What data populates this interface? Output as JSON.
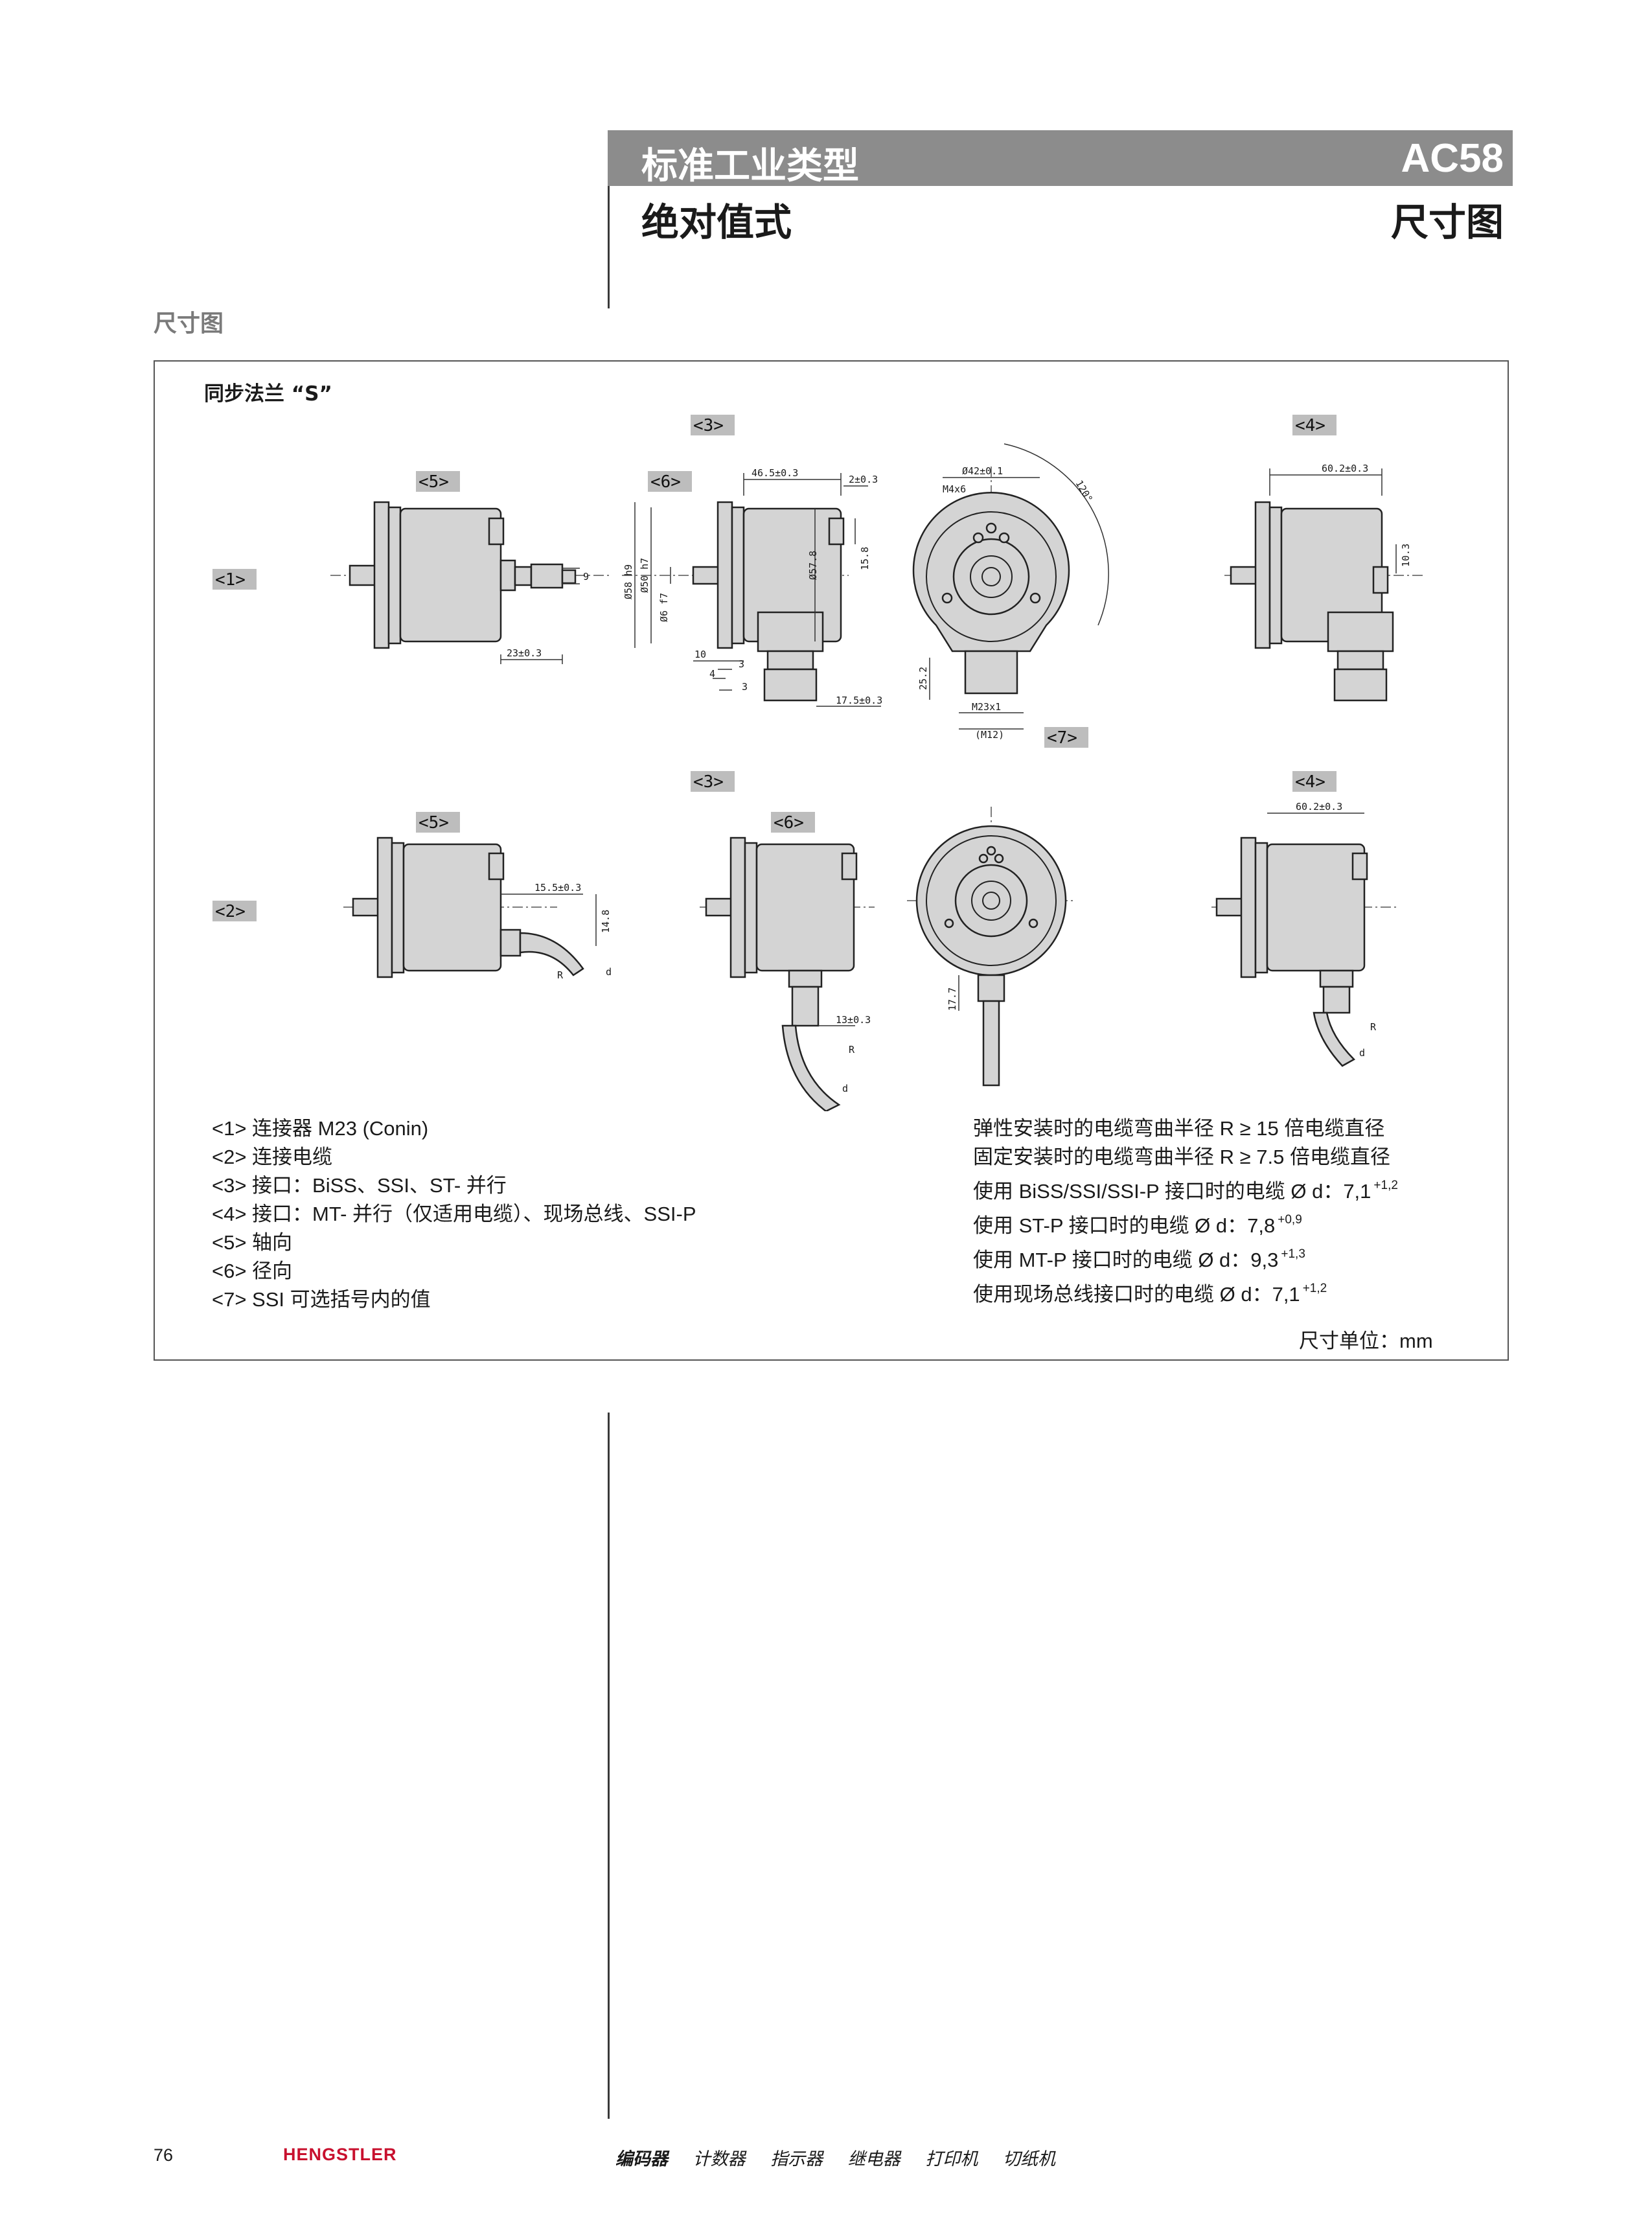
{
  "header": {
    "category": "标准工业类型",
    "model": "AC58",
    "subtitle": "绝对值式",
    "page_topic": "尺寸图"
  },
  "section_title": "尺寸图",
  "flange_title": "同步法兰 “S”",
  "callouts": [
    "<1>",
    "<2>",
    "<3>",
    "<4>",
    "<5>",
    "<6>",
    "<7>"
  ],
  "dimensions": {
    "d_46_5": "46.5±0.3",
    "d_2": "2±0.3",
    "d_42": "Ø42±0.1",
    "m4": "M4x6",
    "angle": "120°",
    "d_60_2": "60.2±0.3",
    "d_23": "23±0.3",
    "d_9": "9",
    "d_58": "Ø58 h9",
    "d_50": "Ø50 h7",
    "d_6": "Ø6 f7",
    "d_57_8": "Ø57.8",
    "d_15_8": "15.8",
    "d_10_3": "10.3",
    "d_10": "10",
    "d_3": "3",
    "d_4": "4",
    "d_17_5": "17.5±0.3",
    "d_25_2": "25.2",
    "m23": "M23x1",
    "m12": "(M12)",
    "d_15_5": "15.5±0.3",
    "d_14_8": "14.8",
    "d_13": "13±0.3",
    "d_17_7": "17.7",
    "r": "R",
    "d": "d"
  },
  "legend_left": [
    "<1> 连接器 M23 (Conin)",
    "<2> 连接电缆",
    "<3> 接口：BiSS、SSI、ST- 并行",
    "<4> 接口：MT- 并行（仅适用电缆）、现场总线、SSI-P",
    "<5> 轴向",
    "<6> 径向",
    "<7> SSI 可选括号内的值"
  ],
  "legend_right": [
    {
      "text": "弹性安装时的电缆弯曲半径 R ≥ 15 倍电缆直径",
      "sup": ""
    },
    {
      "text": "固定安装时的电缆弯曲半径 R ≥ 7.5 倍电缆直径",
      "sup": ""
    },
    {
      "text": "使用 BiSS/SSI/SSI-P 接口时的电缆 Ø d：7,1",
      "sup": "+1,2"
    },
    {
      "text": "使用 ST-P 接口时的电缆 Ø d：7,8",
      "sup": "+0,9"
    },
    {
      "text": "使用 MT-P 接口时的电缆 Ø d：9,3",
      "sup": "+1,3"
    },
    {
      "text": "使用现场总线接口时的电缆 Ø d：7,1",
      "sup": "+1,2"
    }
  ],
  "unit_note": "尺寸单位：mm",
  "footer": {
    "page_number": "76",
    "brand": "HENGSTLER",
    "nav": [
      "编码器",
      "计数器",
      "指示器",
      "继电器",
      "打印机",
      "切纸机"
    ]
  }
}
